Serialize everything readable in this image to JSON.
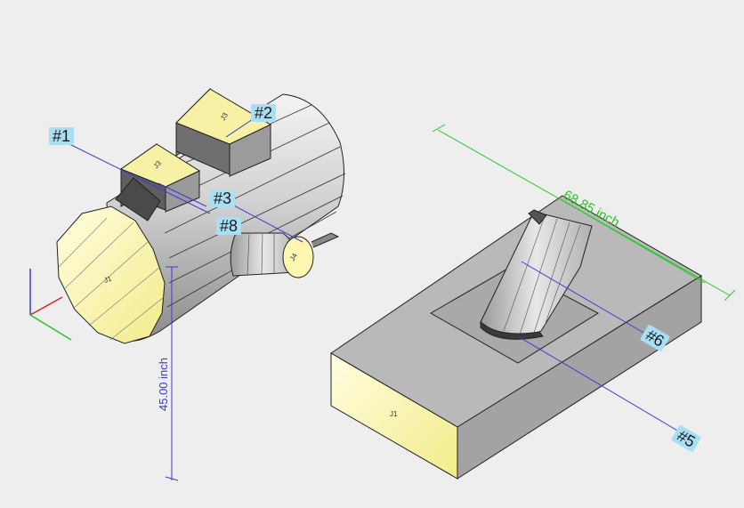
{
  "markers": {
    "m1": "#1",
    "m2": "#2",
    "m3": "#3",
    "m5": "#5",
    "m6": "#6",
    "m8": "#8"
  },
  "dimensions": {
    "vertical": "45.00 inch",
    "horizontal": "68.85 inch"
  },
  "labels": {
    "cyl_face": "J1",
    "box_face": "J1",
    "branch_small": "J3",
    "branch_large": "J3",
    "nozzle": "J4"
  },
  "colors": {
    "background": "#eeeeee",
    "face_yellow": "#fffcaa",
    "body_gray": "#b8b8b8",
    "marker_bg": "#a8dff2",
    "dim_blue": "#3b3bd6",
    "dim_green": "#22c922"
  }
}
